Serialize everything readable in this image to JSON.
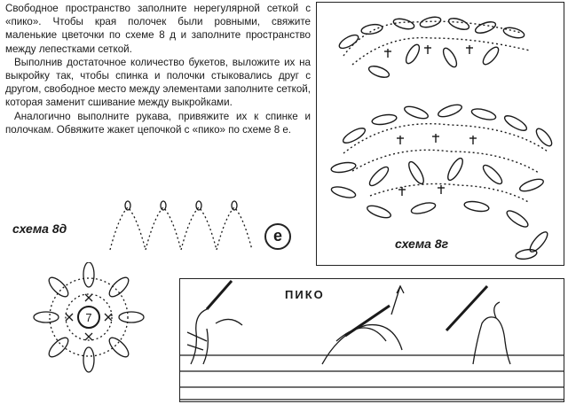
{
  "article": {
    "paragraphs": [
      "Свободное пространство заполните нерегулярной сеткой с «пико». Чтобы края полочек были ровными, свяжите маленькие цветочки по схеме 8 д и заполните пространство между лепестками сеткой.",
      "Выполнив достаточное количество букетов, выложите их на выкройку так, чтобы спинка и полочки стыковались друг с другом, свободное место между элементами заполните сеткой, которая заменит сшивание между выкройками.",
      "Аналогично выполните рукава, привяжите их к спинке и полочкам. Обвяжите жакет цепочкой с «пико» по схеме 8 е."
    ]
  },
  "diagrams": {
    "scheme_8d_label": "схема 8д",
    "scheme_8g_label": "схема 8г",
    "scheme_e_badge": "е",
    "flower_center_number": "7",
    "pico_title": "ПИКО"
  },
  "colors": {
    "ink": "#1a1a1a",
    "paper": "#ffffff"
  }
}
